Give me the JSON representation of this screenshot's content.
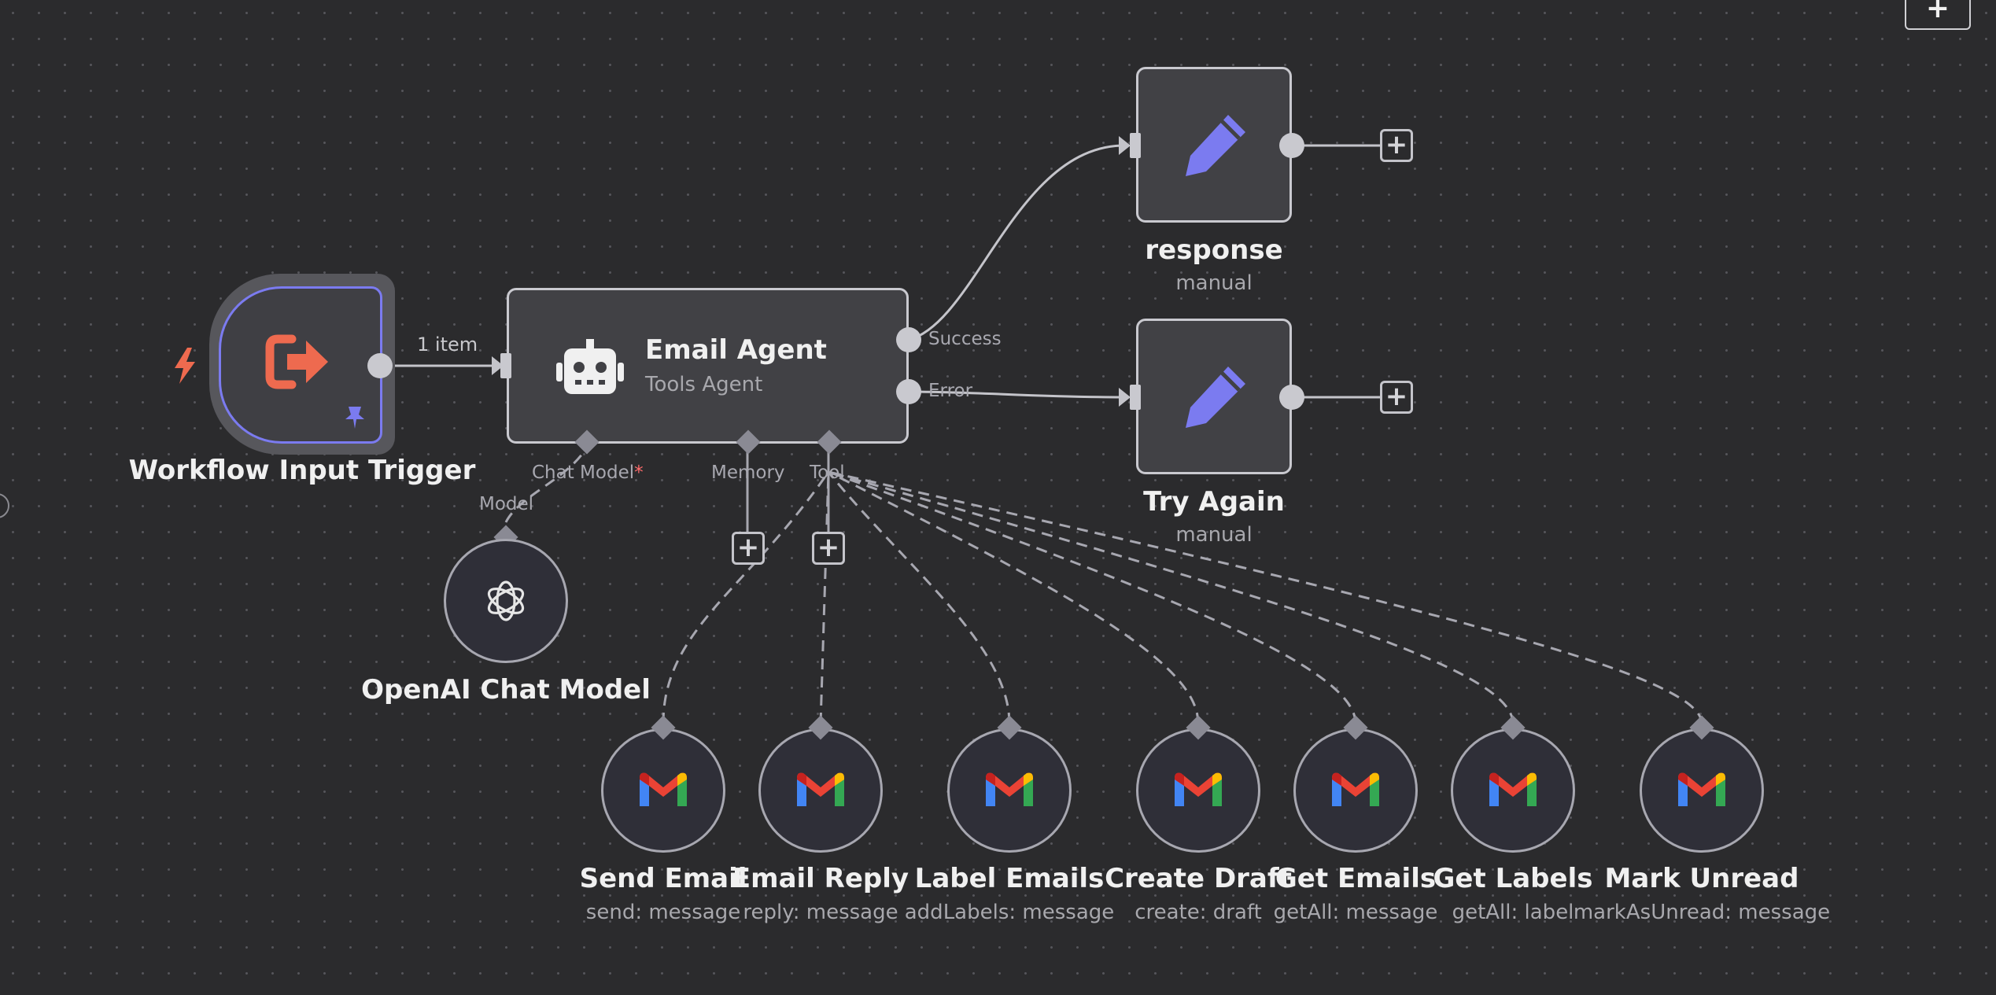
{
  "canvas": {
    "add_button_label": "+"
  },
  "edges": {
    "trigger_to_agent_label": "1 item"
  },
  "trigger": {
    "title": "Workflow Input Trigger"
  },
  "agent": {
    "title": "Email Agent",
    "subtitle": "Tools Agent",
    "outputs": {
      "success": "Success",
      "error": "Error"
    },
    "inputs": {
      "chat_model": "Chat Model",
      "required_mark": "*",
      "memory": "Memory",
      "tool": "Tool"
    }
  },
  "model_node": {
    "port_label": "Model",
    "title": "OpenAI Chat Model"
  },
  "outputs": [
    {
      "title": "response",
      "subtitle": "manual"
    },
    {
      "title": "Try Again",
      "subtitle": "manual"
    }
  ],
  "tools": [
    {
      "title": "Send Email",
      "subtitle": "send: message",
      "icon": "gmail-icon"
    },
    {
      "title": "Email Reply",
      "subtitle": "reply: message",
      "icon": "gmail-icon"
    },
    {
      "title": "Label Emails",
      "subtitle": "addLabels: message",
      "icon": "gmail-icon"
    },
    {
      "title": "Create Draft",
      "subtitle": "create: draft",
      "icon": "gmail-icon"
    },
    {
      "title": "Get Emails",
      "subtitle": "getAll: message",
      "icon": "gmail-icon"
    },
    {
      "title": "Get Labels",
      "subtitle": "getAll: label",
      "icon": "gmail-icon"
    },
    {
      "title": "Mark Unread",
      "subtitle": "markAsUnread: message",
      "icon": "gmail-icon"
    }
  ],
  "colors": {
    "accent": "#7b7bf0",
    "trigger_icon": "#ee6a4f",
    "required": "#ff6b6b",
    "gmail_red": "#ea4335",
    "gmail_blue": "#4285f4",
    "gmail_green": "#34a853",
    "gmail_yellow": "#fbbc04"
  }
}
